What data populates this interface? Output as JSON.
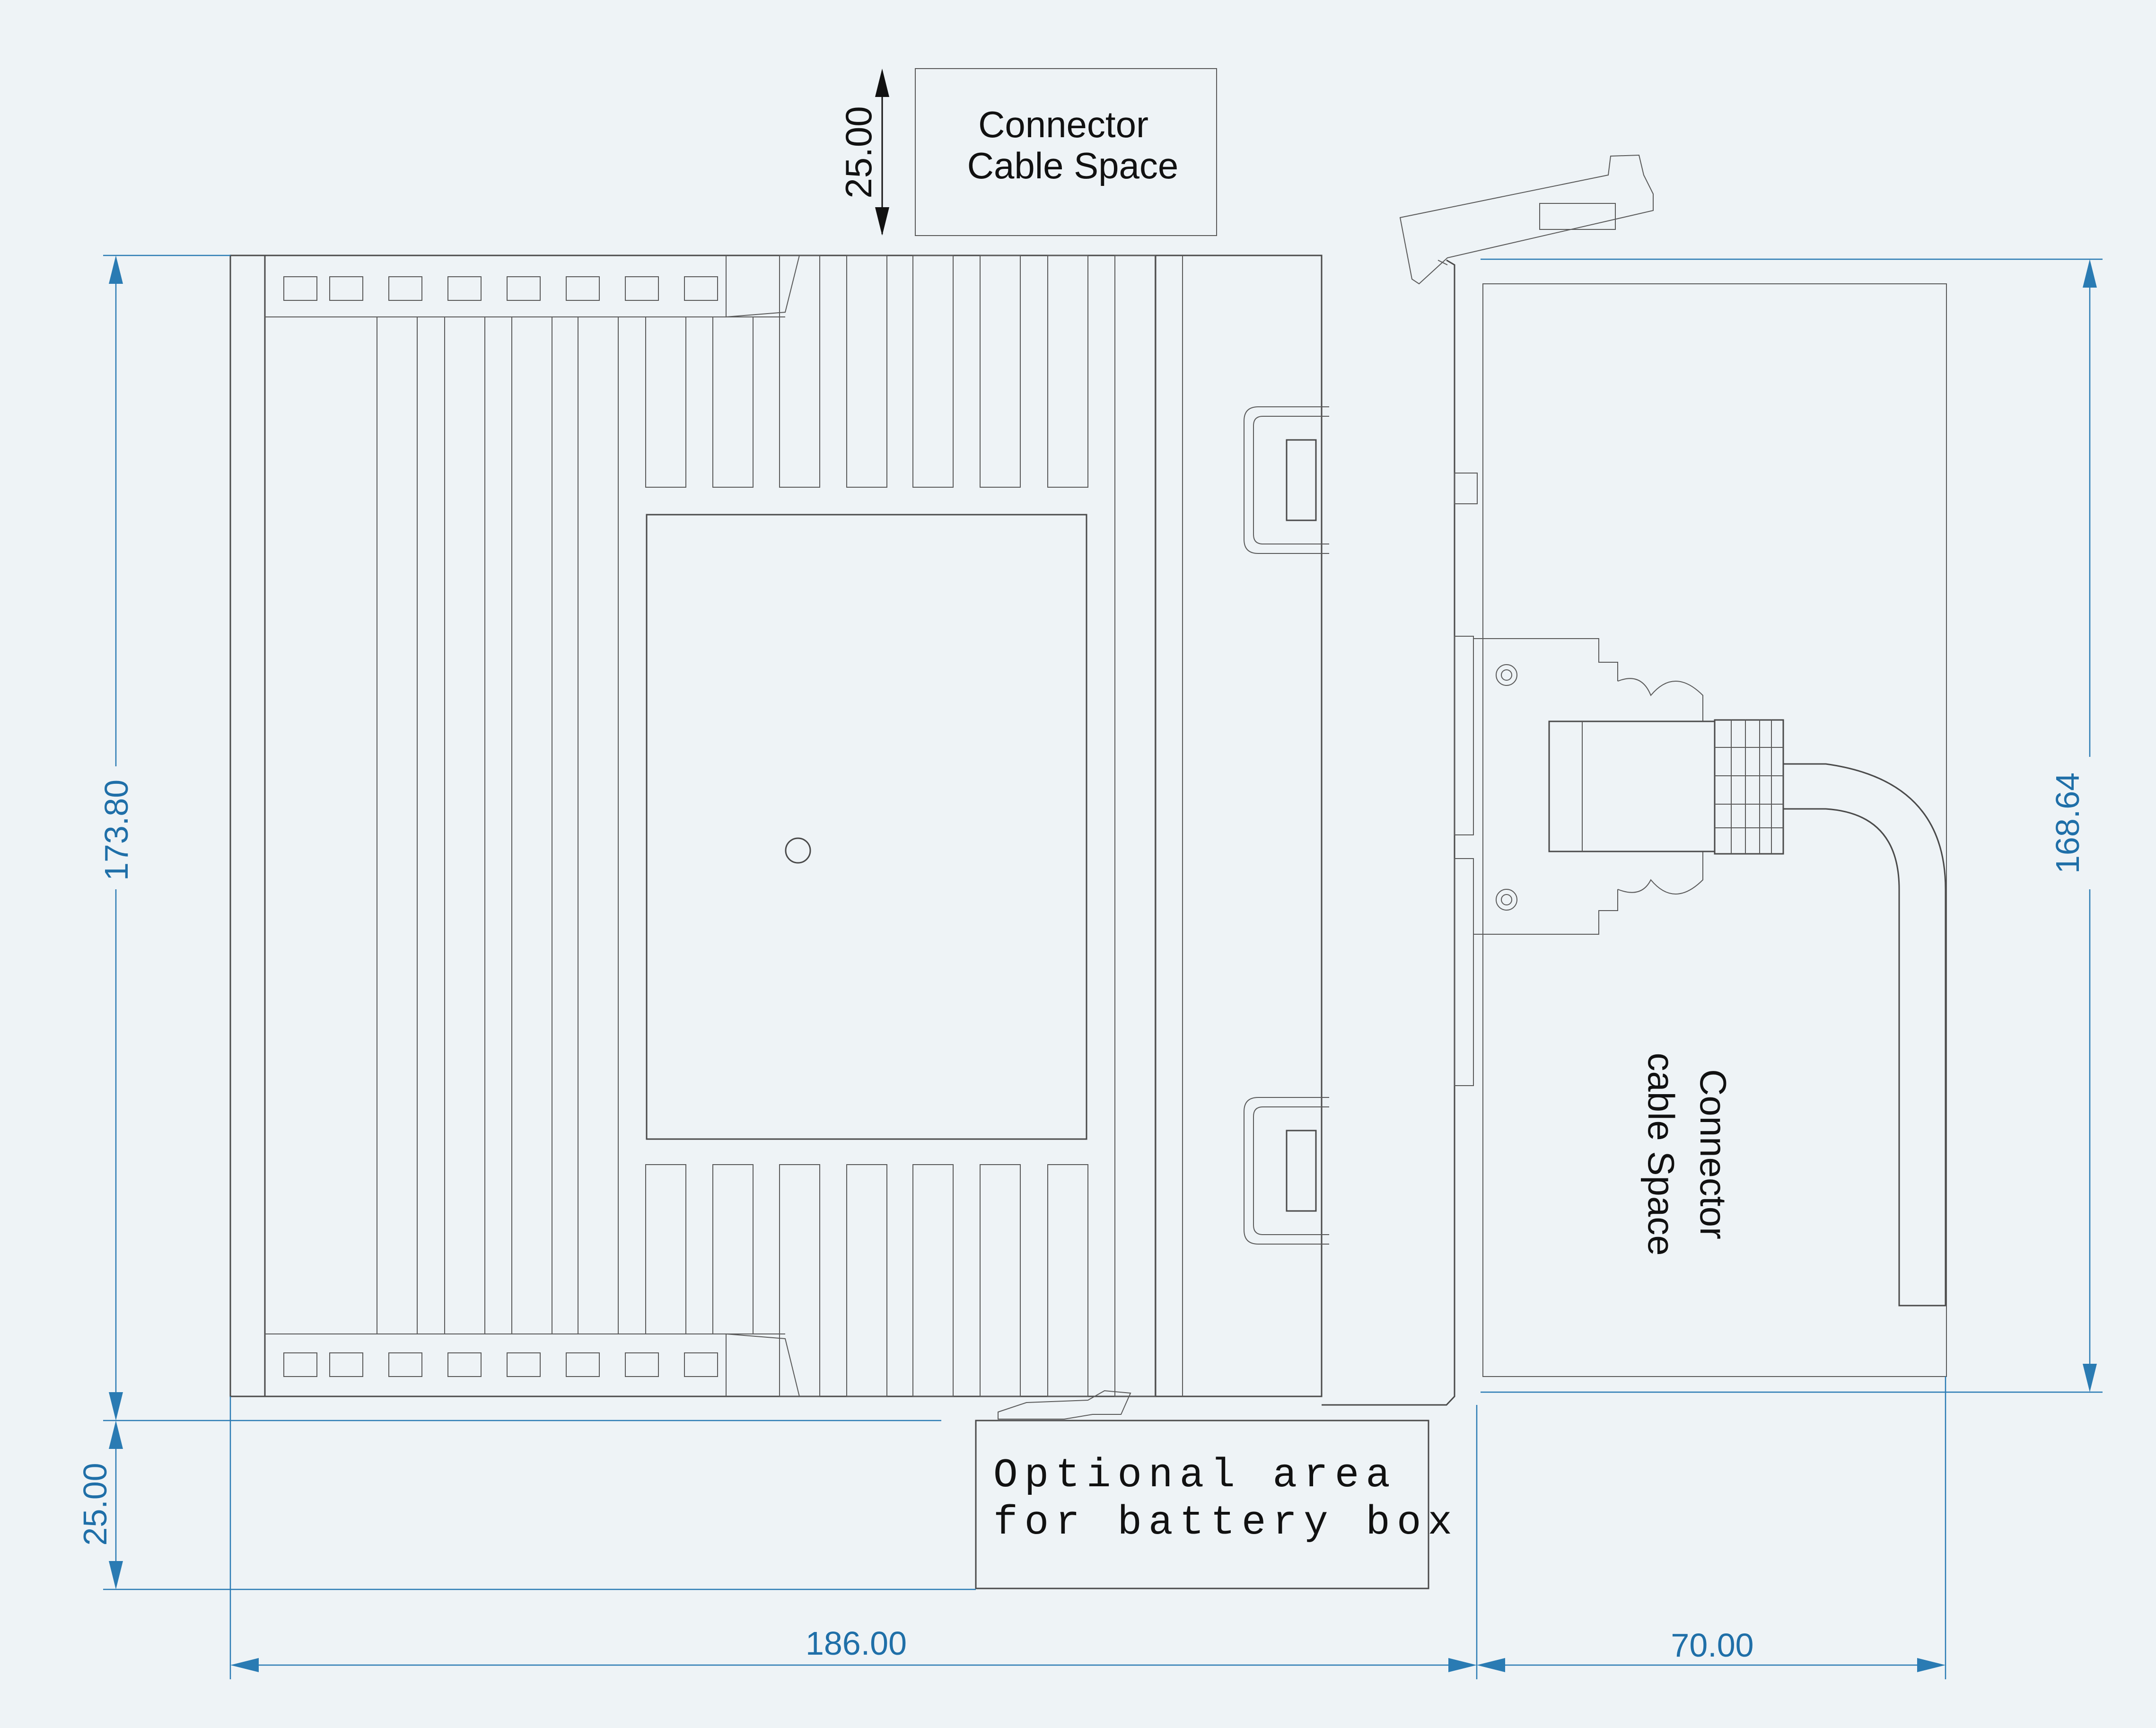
{
  "dimensions": {
    "total_height": "173.80",
    "cable_space_height": "168.64",
    "bottom_clearance": "25.00",
    "top_clearance": "25.00",
    "body_width": "186.00",
    "cable_space_width": "70.00"
  },
  "labels": {
    "top_space_line1": "Connector",
    "top_space_line2": "Cable Space",
    "right_space_line1": "Connector",
    "right_space_line2": "cable Space",
    "battery_line1": "Optional area",
    "battery_line2": "for battery box"
  },
  "colors": {
    "background": "#eef3f6",
    "outline": "#4a4a4a",
    "dimension": "#2a7bb3"
  }
}
